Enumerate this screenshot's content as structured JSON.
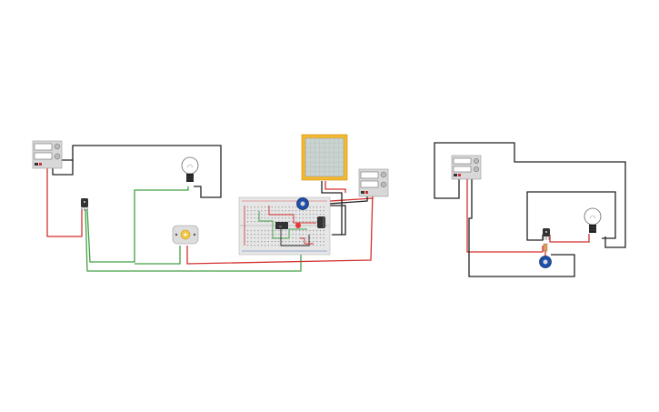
{
  "canvas": {
    "background": "#ffffff"
  },
  "colors": {
    "wire_black": "#222222",
    "wire_red": "#d32f2f",
    "wire_green": "#43a047",
    "oscilloscope_frame": "#f5b82e",
    "oscilloscope_screen": "#c9d3cf",
    "breadboard": "#e6e6e6",
    "potentiometer": "#1f4fa8",
    "power_supply": "#d8d8d8"
  },
  "icons": {
    "power_supply": "power-supply-icon",
    "light_bulb": "light-bulb-icon",
    "transistor": "transistor-icon",
    "dc_motor": "dc-motor-icon",
    "breadboard": "breadboard-icon",
    "oscilloscope": "oscilloscope-icon",
    "potentiometer": "potentiometer-icon",
    "ic_chip": "ic-chip-icon",
    "capacitor": "capacitor-icon",
    "led": "led-icon"
  },
  "circuit_left": {
    "components": [
      "power-supply",
      "light-bulb",
      "transistor",
      "dc-motor",
      "breadboard",
      "oscilloscope",
      "potentiometer",
      "ic-chip",
      "capacitor",
      "led",
      "power-supply"
    ]
  },
  "circuit_right": {
    "components": [
      "power-supply",
      "light-bulb",
      "transistor",
      "potentiometer"
    ]
  }
}
